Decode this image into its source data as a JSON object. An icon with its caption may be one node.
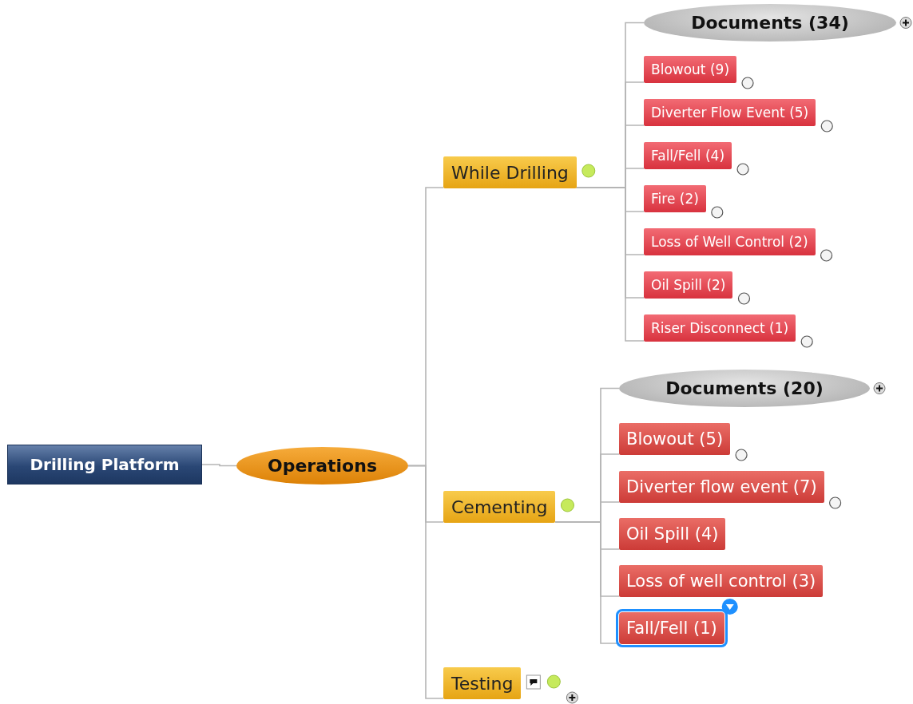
{
  "diagram": {
    "nodes": [
      {
        "text": [
          "Drilling Platform"
        ]
      },
      {
        "text": [
          "Operations"
        ]
      },
      {
        "text": [
          "While Drilling"
        ]
      },
      {
        "text": [
          "Documents (34)"
        ]
      },
      {
        "text": [
          "Blowout (9)"
        ]
      },
      {
        "text": [
          "Diverter Flow Event (5)"
        ]
      },
      {
        "text": [
          "Fall/Fell (4)"
        ]
      },
      {
        "text": [
          "Fire (2)"
        ]
      },
      {
        "text": [
          "Loss of Well Control (2)"
        ]
      },
      {
        "text": [
          "Oil Spill (2)"
        ]
      },
      {
        "text": [
          "Riser Disconnect (1)"
        ]
      },
      {
        "text": [
          "Cementing"
        ]
      },
      {
        "text": [
          "Documents (20)"
        ]
      },
      {
        "text": [
          "Blowout (5)"
        ]
      },
      {
        "text": [
          "Diverter flow event (7)"
        ]
      },
      {
        "text": [
          "Oil Spill (4)"
        ]
      },
      {
        "text": [
          "Loss of well control (3)"
        ]
      },
      {
        "text": [
          "Fall/Fell (1)"
        ]
      },
      {
        "text": [
          "Testing"
        ]
      }
    ],
    "edges": [
      {
        "from": 0,
        "to": 1,
        "arrow": "none"
      },
      {
        "from": 1,
        "to": 2,
        "arrow": "none"
      },
      {
        "from": 1,
        "to": 11,
        "arrow": "none"
      },
      {
        "from": 1,
        "to": 18,
        "arrow": "none"
      },
      {
        "from": 2,
        "to": 3,
        "arrow": "none"
      },
      {
        "from": 2,
        "to": 4,
        "arrow": "none"
      },
      {
        "from": 2,
        "to": 5,
        "arrow": "none"
      },
      {
        "from": 2,
        "to": 6,
        "arrow": "none"
      },
      {
        "from": 2,
        "to": 7,
        "arrow": "none"
      },
      {
        "from": 2,
        "to": 8,
        "arrow": "none"
      },
      {
        "from": 2,
        "to": 9,
        "arrow": "none"
      },
      {
        "from": 2,
        "to": 10,
        "arrow": "none"
      },
      {
        "from": 11,
        "to": 12,
        "arrow": "none"
      },
      {
        "from": 11,
        "to": 13,
        "arrow": "none"
      },
      {
        "from": 11,
        "to": 14,
        "arrow": "none"
      },
      {
        "from": 11,
        "to": 15,
        "arrow": "none"
      },
      {
        "from": 11,
        "to": 16,
        "arrow": "none"
      },
      {
        "from": 11,
        "to": 17,
        "arrow": "none"
      }
    ]
  }
}
